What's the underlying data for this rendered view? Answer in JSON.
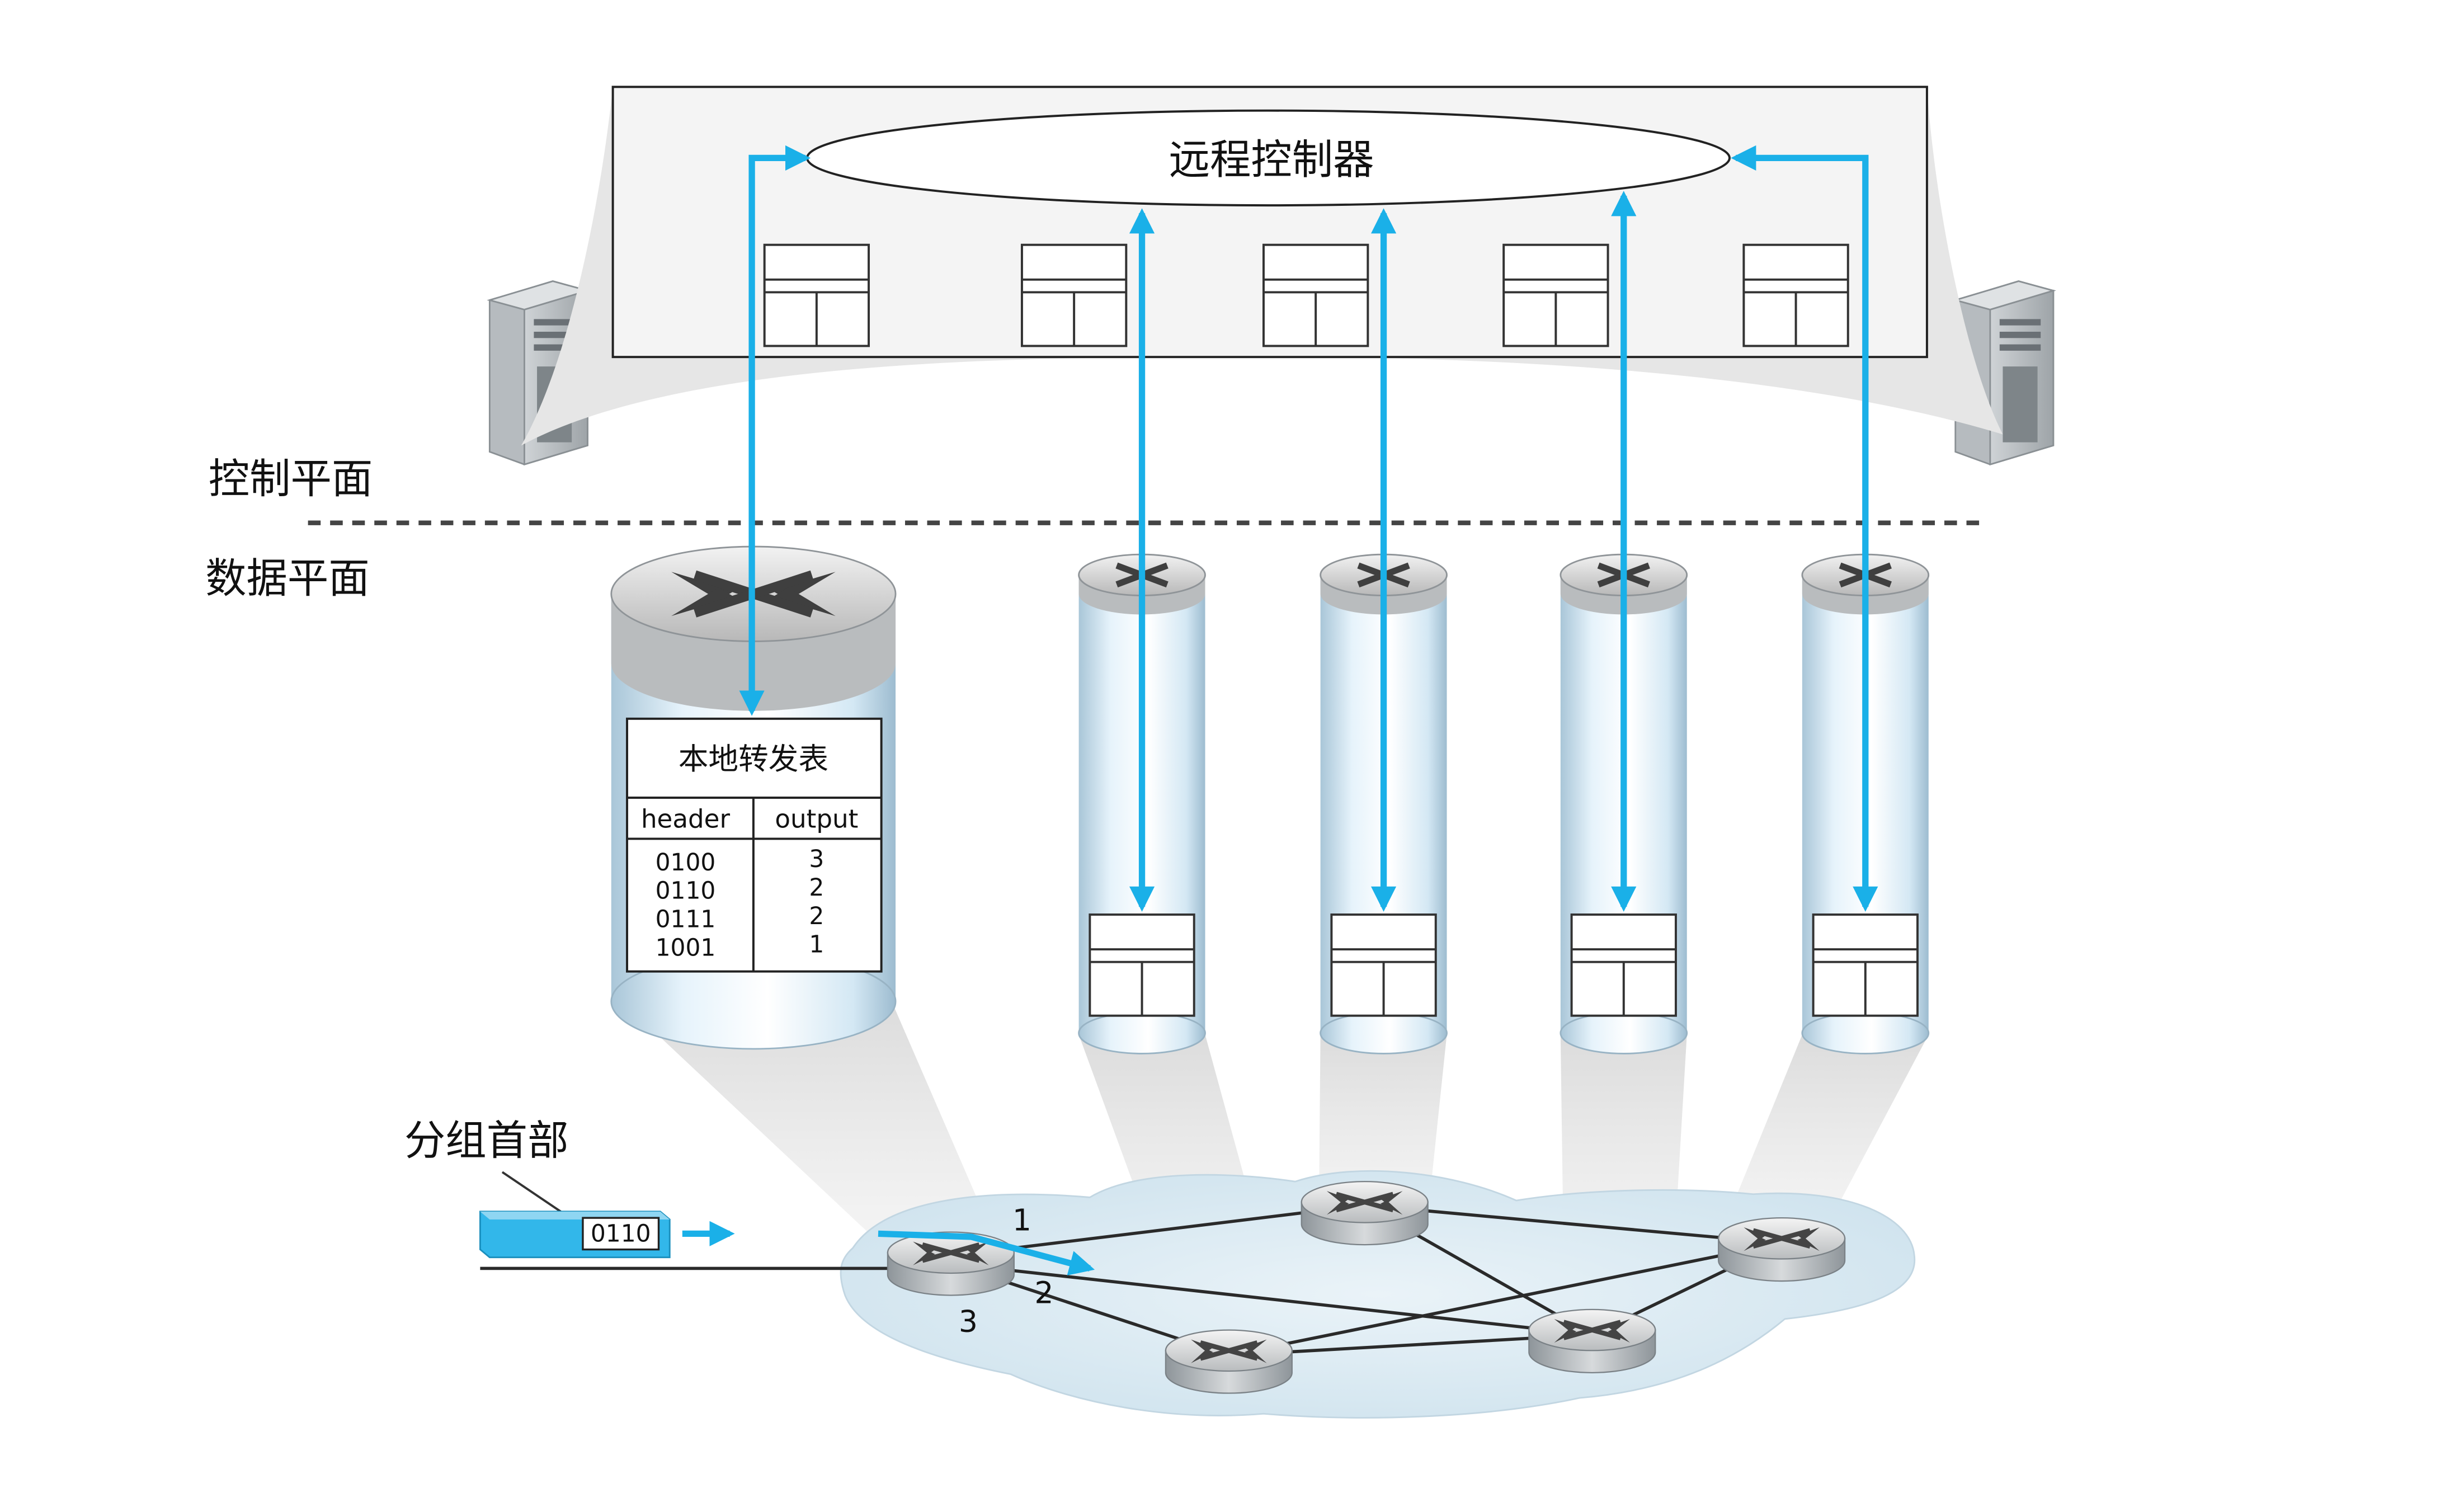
{
  "controller": {
    "label": "远程控制器"
  },
  "planes": {
    "control": "控制平面",
    "data": "数据平面"
  },
  "forwarding_table": {
    "title": "本地转发表",
    "columns": [
      "header",
      "output"
    ],
    "rows": [
      {
        "header": "0100",
        "output": "3"
      },
      {
        "header": "0110",
        "output": "2"
      },
      {
        "header": "0111",
        "output": "2"
      },
      {
        "header": "1001",
        "output": "1"
      }
    ]
  },
  "packet": {
    "label": "分组首部",
    "header_value": "0110"
  },
  "ports": {
    "p1": "1",
    "p2": "2",
    "p3": "3"
  },
  "colors": {
    "arrow": "#1ab0e8",
    "line": "#222222"
  }
}
